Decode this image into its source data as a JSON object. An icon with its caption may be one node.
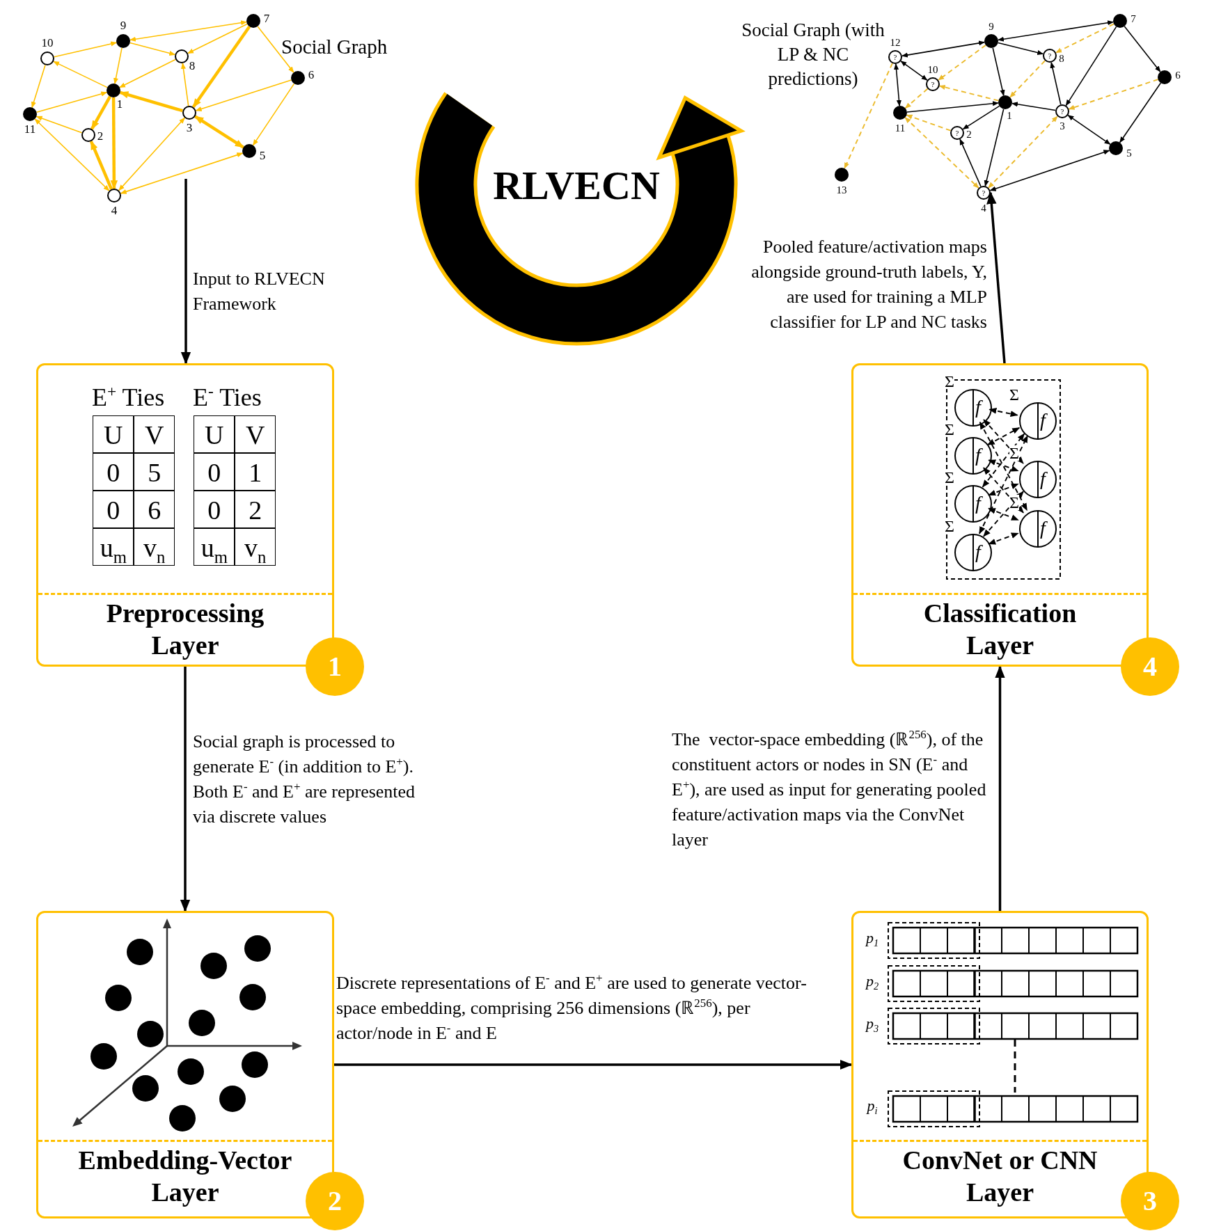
{
  "diagram": {
    "nodes": [
      {
        "text": [
          "Preprocessing Layer"
        ],
        "beside": [
          "1"
        ]
      },
      {
        "text": [
          "Embedding-Vector Layer"
        ],
        "beside": [
          "2"
        ]
      },
      {
        "text": [
          "ConvNet or CNN Layer"
        ],
        "beside": [
          "3"
        ]
      },
      {
        "text": [
          "Classification Layer"
        ],
        "beside": [
          "4"
        ]
      },
      {
        "text": [
          "f"
        ],
        "in": 3,
        "beside": [
          "Σ"
        ]
      },
      {
        "text": [
          "f"
        ],
        "in": 3,
        "beside": [
          "Σ"
        ]
      },
      {
        "text": [
          "f"
        ],
        "in": 3,
        "beside": [
          "Σ"
        ]
      },
      {
        "text": [
          "f"
        ],
        "in": 3,
        "beside": [
          "Σ"
        ]
      },
      {
        "text": [
          "f"
        ],
        "in": 3,
        "beside": [
          "Σ"
        ]
      },
      {
        "text": [
          "f"
        ],
        "in": 3,
        "beside": [
          "Σ"
        ]
      },
      {
        "text": [
          "f"
        ],
        "in": 3,
        "beside": [
          "Σ"
        ]
      },
      {
        "text": [],
        "shape": "dot",
        "beside": [
          "1"
        ]
      },
      {
        "text": [],
        "shape": "circle",
        "beside": [
          "2"
        ]
      },
      {
        "text": [],
        "shape": "circle",
        "beside": [
          "3"
        ]
      },
      {
        "text": [],
        "shape": "circle",
        "beside": [
          "4"
        ]
      },
      {
        "text": [],
        "shape": "dot",
        "beside": [
          "5"
        ]
      },
      {
        "text": [],
        "shape": "dot",
        "beside": [
          "6"
        ]
      },
      {
        "text": [],
        "shape": "dot",
        "beside": [
          "7"
        ]
      },
      {
        "text": [],
        "shape": "circle",
        "beside": [
          "8"
        ]
      },
      {
        "text": [],
        "shape": "dot",
        "beside": [
          "9"
        ]
      },
      {
        "text": [],
        "shape": "circle",
        "beside": [
          "10"
        ]
      },
      {
        "text": [],
        "shape": "dot",
        "beside": [
          "11"
        ]
      },
      {
        "text": [],
        "shape": "dot",
        "beside": [
          "1"
        ]
      },
      {
        "text": [
          "?"
        ],
        "beside": [
          "2"
        ]
      },
      {
        "text": [
          "?"
        ],
        "beside": [
          "3"
        ]
      },
      {
        "text": [
          "?"
        ],
        "beside": [
          "4"
        ]
      },
      {
        "text": [],
        "shape": "dot",
        "beside": [
          "5"
        ]
      },
      {
        "text": [],
        "shape": "dot",
        "beside": [
          "6"
        ]
      },
      {
        "text": [],
        "shape": "dot",
        "beside": [
          "7"
        ]
      },
      {
        "text": [
          "?"
        ],
        "beside": [
          "8"
        ]
      },
      {
        "text": [],
        "shape": "dot",
        "beside": [
          "9"
        ]
      },
      {
        "text": [
          "?"
        ],
        "beside": [
          "10"
        ]
      },
      {
        "text": [],
        "shape": "dot",
        "beside": [
          "11"
        ]
      },
      {
        "text": [
          "?"
        ],
        "beside": [
          "12"
        ]
      },
      {
        "text": [],
        "shape": "dot",
        "beside": [
          "13"
        ]
      }
    ],
    "edges": [
      {
        "from": null,
        "to": 0,
        "arrow": "to",
        "label": "Input to RLVECN Framework"
      },
      {
        "from": 0,
        "to": 1,
        "arrow": "to",
        "label": "Social graph is processed to generate E$^{-}$ (in addition to E$^{+}$). Both E$^{-}$ and E$^{+}$ are represented via discrete values"
      },
      {
        "from": 1,
        "to": 2,
        "arrow": "to",
        "label": "Discrete representations of E$^{-}$ and E$^{+}$ are used to generate vector-space embedding, comprising 256 dimensions (ℝ$^{256}$), per actor/node in E$^{-}$ and E"
      },
      {
        "from": 2,
        "to": 3,
        "arrow": "to",
        "label": "The  vector-space embedding (ℝ$^{256}$), of the constituent actors or nodes in SN (E$^{-}$ and E$^{+}$), are used as input for generating pooled feature/activation maps via the ConvNet layer"
      },
      {
        "from": 3,
        "to": 25,
        "arrow": "to",
        "label": "Pooled feature/activation maps alongside ground-truth labels, Y, are used for training a MLP classifier for LP and NC tasks"
      },
      {
        "from": 4,
        "to": 8,
        "arrow": "both",
        "style": "dashed"
      },
      {
        "from": 4,
        "to": 9,
        "arrow": "both",
        "style": "dashed"
      },
      {
        "from": 4,
        "to": 10,
        "arrow": "both",
        "style": "dashed"
      },
      {
        "from": 5,
        "to": 8,
        "arrow": "both",
        "style": "dashed"
      },
      {
        "from": 5,
        "to": 9,
        "arrow": "both",
        "style": "dashed"
      },
      {
        "from": 5,
        "to": 10,
        "arrow": "both",
        "style": "dashed"
      },
      {
        "from": 6,
        "to": 8,
        "arrow": "both",
        "style": "dashed"
      },
      {
        "from": 6,
        "to": 9,
        "arrow": "both",
        "style": "dashed"
      },
      {
        "from": 6,
        "to": 10,
        "arrow": "both",
        "style": "dashed"
      },
      {
        "from": 7,
        "to": 8,
        "arrow": "both",
        "style": "dashed"
      },
      {
        "from": 7,
        "to": 9,
        "arrow": "both",
        "style": "dashed"
      },
      {
        "from": 7,
        "to": 10,
        "arrow": "both",
        "style": "dashed"
      },
      {
        "from": 19,
        "to": 17,
        "arrow": "both",
        "color": "#ffc000"
      },
      {
        "from": 17,
        "to": 18,
        "arrow": "to",
        "color": "#ffc000"
      },
      {
        "from": 17,
        "to": 13,
        "arrow": "to",
        "style": "thick",
        "color": "#ffc000"
      },
      {
        "from": 17,
        "to": 16,
        "arrow": "to",
        "color": "#ffc000"
      },
      {
        "from": 20,
        "to": 19,
        "arrow": "to",
        "color": "#ffc000"
      },
      {
        "from": 19,
        "to": 18,
        "arrow": "to",
        "color": "#ffc000"
      },
      {
        "from": 19,
        "to": 11,
        "arrow": "to",
        "color": "#ffc000"
      },
      {
        "from": 11,
        "to": 20,
        "arrow": "to",
        "color": "#ffc000"
      },
      {
        "from": 18,
        "to": 11,
        "arrow": "to",
        "color": "#ffc000"
      },
      {
        "from": 21,
        "to": 11,
        "arrow": "to",
        "color": "#ffc000"
      },
      {
        "from": 20,
        "to": 21,
        "arrow": "to",
        "color": "#ffc000"
      },
      {
        "from": 13,
        "to": 11,
        "arrow": "to",
        "style": "thick",
        "color": "#ffc000"
      },
      {
        "from": 13,
        "to": 18,
        "arrow": "to",
        "color": "#ffc000"
      },
      {
        "from": 16,
        "to": 13,
        "arrow": "to",
        "color": "#ffc000"
      },
      {
        "from": 16,
        "to": 15,
        "arrow": "to",
        "color": "#ffc000"
      },
      {
        "from": 11,
        "to": 12,
        "arrow": "to",
        "style": "thick",
        "color": "#ffc000"
      },
      {
        "from": 11,
        "to": 14,
        "arrow": "to",
        "style": "thick",
        "color": "#ffc000"
      },
      {
        "from": 12,
        "to": 21,
        "arrow": "to",
        "color": "#ffc000"
      },
      {
        "from": 14,
        "to": 12,
        "arrow": "to",
        "style": "thick",
        "color": "#ffc000"
      },
      {
        "from": 21,
        "to": 14,
        "arrow": "both",
        "color": "#ffc000"
      },
      {
        "from": 13,
        "to": 14,
        "arrow": "both",
        "color": "#ffc000"
      },
      {
        "from": 13,
        "to": 15,
        "arrow": "both",
        "style": "thick",
        "color": "#ffc000"
      },
      {
        "from": 14,
        "to": 15,
        "arrow": "both",
        "color": "#ffc000"
      },
      {
        "from": 30,
        "to": 28,
        "arrow": "both"
      },
      {
        "from": 33,
        "to": 30,
        "arrow": "both"
      },
      {
        "from": 33,
        "to": 31,
        "arrow": "both"
      },
      {
        "from": 33,
        "to": 32,
        "arrow": "both"
      },
      {
        "from": 30,
        "to": 29,
        "arrow": "to"
      },
      {
        "from": 30,
        "to": 22,
        "arrow": "to"
      },
      {
        "from": 32,
        "to": 22,
        "arrow": "to"
      },
      {
        "from": 24,
        "to": 22,
        "arrow": "to"
      },
      {
        "from": 24,
        "to": 29,
        "arrow": "to"
      },
      {
        "from": 28,
        "to": 24,
        "arrow": "to"
      },
      {
        "from": 28,
        "to": 27,
        "arrow": "to"
      },
      {
        "from": 27,
        "to": 26,
        "arrow": "to"
      },
      {
        "from": 22,
        "to": 23,
        "arrow": "to"
      },
      {
        "from": 22,
        "to": 25,
        "arrow": "to"
      },
      {
        "from": 25,
        "to": 23,
        "arrow": "to"
      },
      {
        "from": 24,
        "to": 26,
        "arrow": "both"
      },
      {
        "from": 25,
        "to": 26,
        "arrow": "both"
      },
      {
        "from": 28,
        "to": 29,
        "arrow": "to",
        "style": "dashed",
        "color": "#ebba2c"
      },
      {
        "from": 30,
        "to": 31,
        "arrow": "to",
        "style": "dashed",
        "color": "#ebba2c"
      },
      {
        "from": 22,
        "to": 31,
        "arrow": "to",
        "style": "dashed",
        "color": "#ebba2c"
      },
      {
        "from": 29,
        "to": 22,
        "arrow": "to",
        "style": "dashed",
        "color": "#ebba2c"
      },
      {
        "from": 31,
        "to": 32,
        "arrow": "to",
        "style": "dashed",
        "color": "#ebba2c"
      },
      {
        "from": 27,
        "to": 24,
        "arrow": "to",
        "style": "dashed",
        "color": "#ebba2c"
      },
      {
        "from": 23,
        "to": 32,
        "arrow": "to",
        "style": "dashed",
        "color": "#ebba2c"
      },
      {
        "from": 32,
        "to": 25,
        "arrow": "both",
        "style": "dashed",
        "color": "#ebba2c"
      },
      {
        "from": 25,
        "to": 24,
        "arrow": "both",
        "style": "dashed",
        "color": "#ebba2c"
      },
      {
        "from": 33,
        "to": 34,
        "arrow": "to",
        "style": "dashed",
        "color": "#ebba2c"
      }
    ],
    "labels": [
      "Social Graph",
      "Social Graph (with LP & NC predictions)",
      "RLVECN",
      "E$^{+}$ Ties",
      "E$^{-}$ Ties",
      "U",
      "V",
      "U",
      "V",
      "0",
      "5",
      "0",
      "1",
      "0",
      "6",
      "0",
      "2",
      "u$_{m}$",
      "v$_{n}$",
      "u$_{m}$",
      "v$_{n}$",
      "p$_{1}$",
      "p$_{2}$",
      "p$_{3}$",
      "p$_{i}$"
    ]
  }
}
